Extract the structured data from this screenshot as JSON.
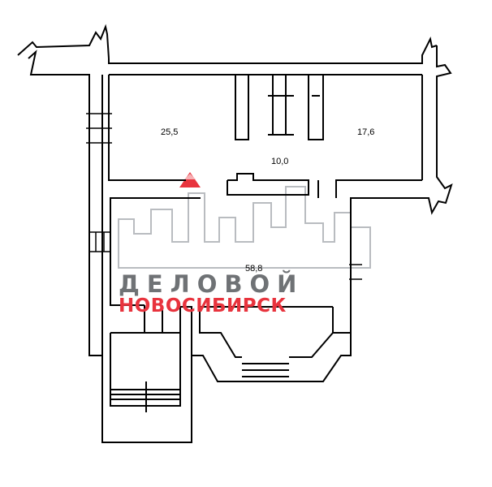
{
  "rooms": [
    {
      "id": "room-left",
      "area": "25,5"
    },
    {
      "id": "room-right",
      "area": "17,6"
    },
    {
      "id": "room-hall",
      "area": "10,0"
    },
    {
      "id": "room-main",
      "area": "58,8"
    }
  ],
  "watermark": {
    "line1": "ДЕЛОВОЙ",
    "line2": "НОВОСИБИРСК",
    "color_dark": "#6f7275",
    "color_red": "#e8333d",
    "color_skyline": "#b9bcc0"
  }
}
